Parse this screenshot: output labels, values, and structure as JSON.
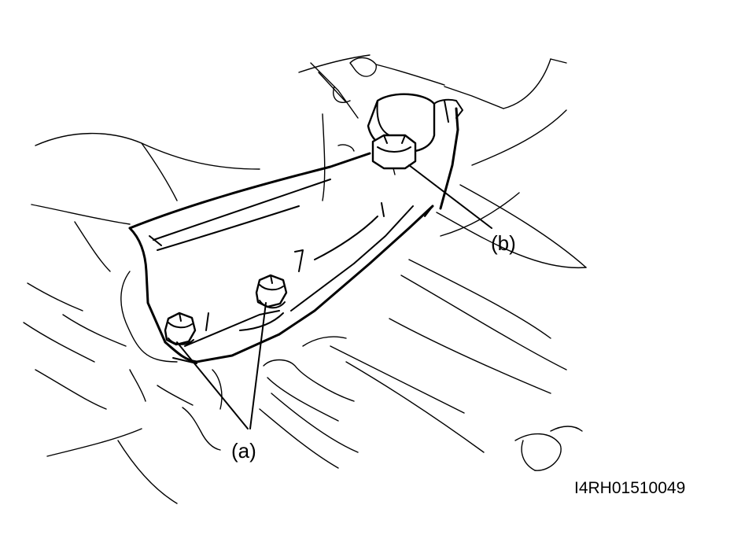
{
  "diagram": {
    "callouts": {
      "a": "(a)",
      "b": "(b)"
    },
    "figure_code": "I4RH01510049",
    "icons": [
      "nut-icon",
      "bolt-icon"
    ]
  }
}
